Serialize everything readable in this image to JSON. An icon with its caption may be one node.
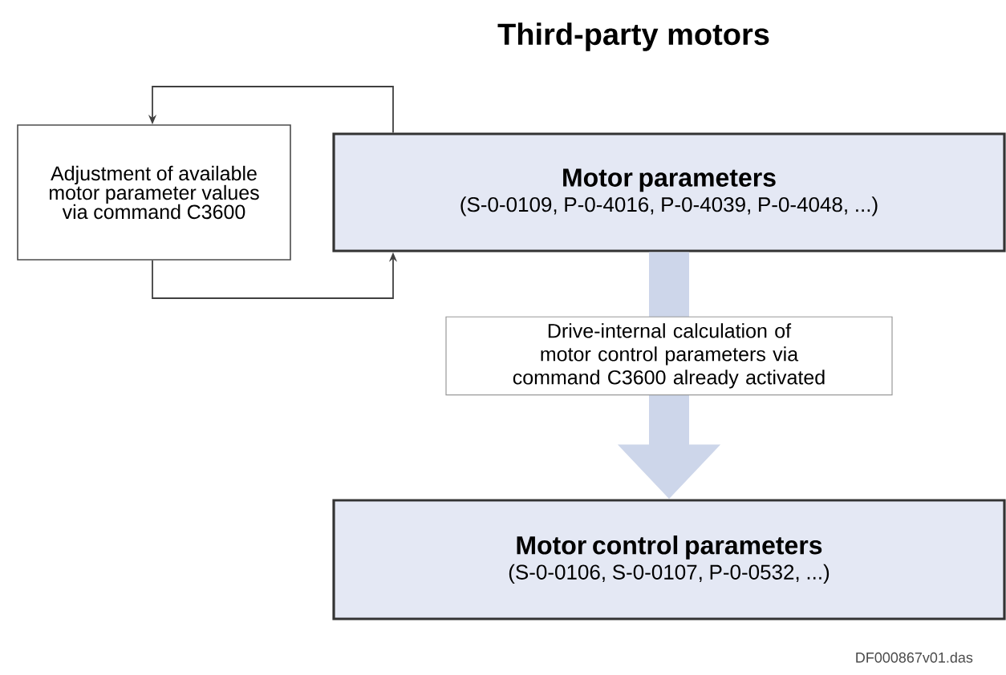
{
  "diagram": {
    "title": "Third-party motors",
    "nodes": [
      {
        "text": [
          "Adjustment of available motor parameter values via command C3600"
        ]
      },
      {
        "text": [
          "Motor parameters",
          "(S-0-0109, P-0-4016, P-0-4039, P-0-4048, ...)"
        ]
      },
      {
        "text": [
          "Motor control parameters",
          "(S-0-0106, S-0-0107, P-0-0532, ...)"
        ]
      }
    ],
    "edges": [
      {
        "from": 1,
        "to": 0,
        "arrow": "to"
      },
      {
        "from": 0,
        "to": 1,
        "arrow": "to"
      },
      {
        "from": 1,
        "to": 2,
        "arrow": "to",
        "style": "thick",
        "color": "#cdd6ea",
        "label": "Drive-internal calculation of motor control parameters via command C3600 already activated"
      }
    ],
    "labels": [
      "DF000867v01.das"
    ]
  }
}
